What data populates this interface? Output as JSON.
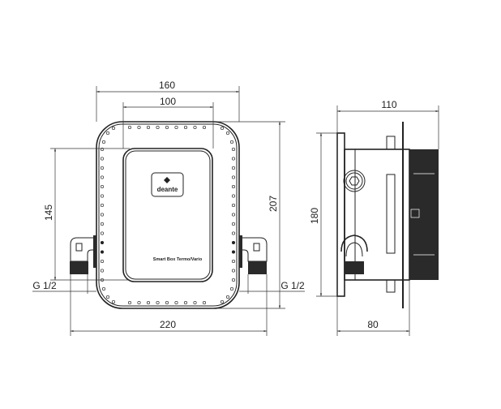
{
  "front_view": {
    "product_label": "Smart Box Termo/Vario",
    "logo_text": "deante",
    "dimensions": {
      "width_outer": "160",
      "width_inner": "100",
      "height_outer": "207",
      "height_inner": "145",
      "overall_width": "220",
      "thread_left": "G 1/2",
      "thread_right": "G 1/2"
    }
  },
  "side_view": {
    "dimensions": {
      "depth_total": "110",
      "depth_body": "80",
      "height_plate": "180"
    }
  },
  "colors": {
    "line": "#222222",
    "fill_dark": "#2a2a2a"
  }
}
